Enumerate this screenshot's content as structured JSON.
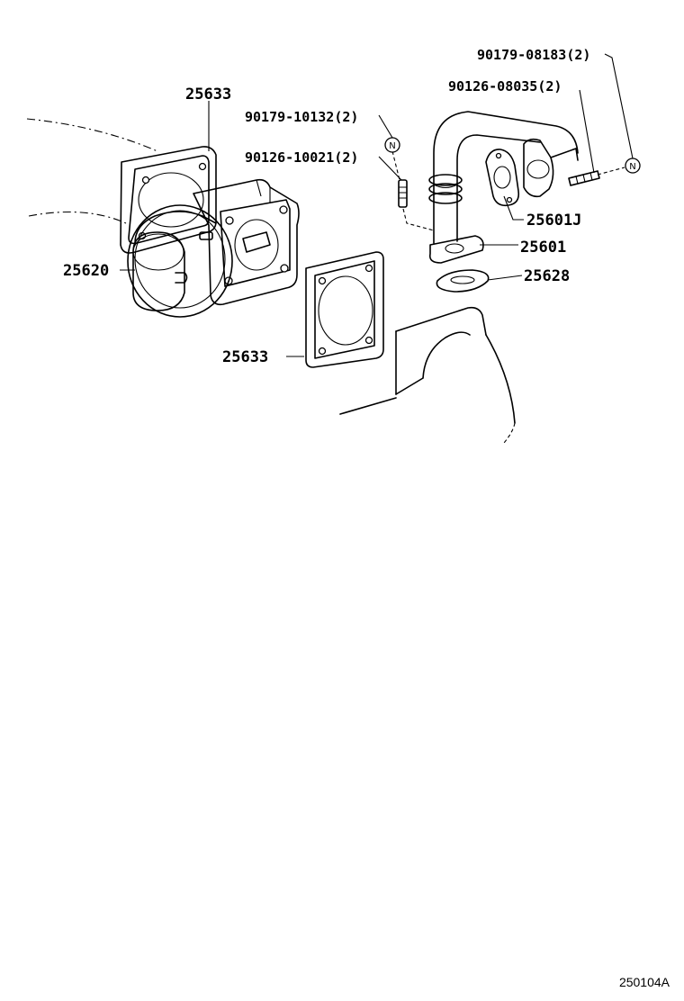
{
  "diagram": {
    "labels": {
      "p25633_top": "25633",
      "p25633_bottom": "25633",
      "p25620": "25620",
      "p90179_10132": "90179-10132(2)",
      "p90126_10021": "90126-10021(2)",
      "p90179_08183": "90179-08183(2)",
      "p90126_08035": "90126-08035(2)",
      "p25601J": "25601J",
      "p25601": "25601",
      "p25628": "25628"
    },
    "markers": {
      "nut_left": "N",
      "nut_right": "N"
    },
    "figure_code": "250104A"
  }
}
